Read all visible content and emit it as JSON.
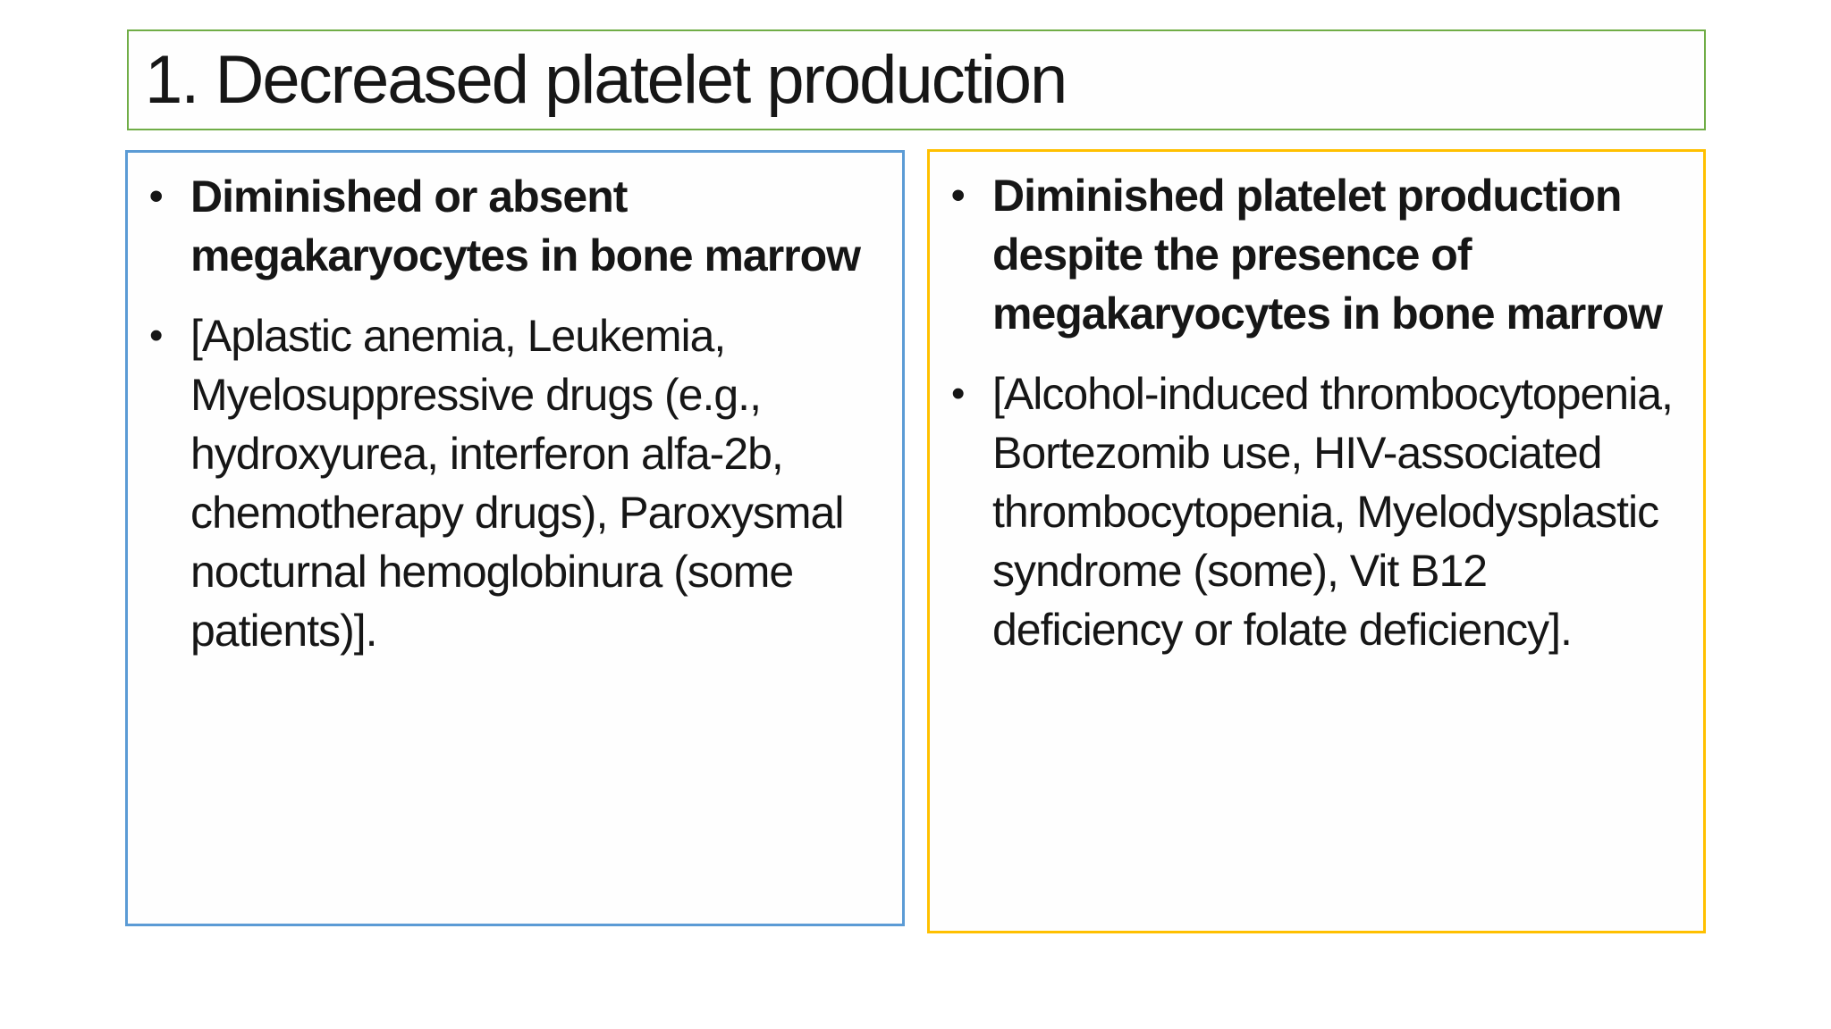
{
  "slide": {
    "title": "1. Decreased platelet production",
    "bullet_glyph": "•",
    "left_box": {
      "bullets": [
        {
          "text": "Diminished or absent megakaryocytes in bone marrow",
          "style": "bold"
        },
        {
          "text": "[Aplastic anemia, Leukemia, Myelosuppressive drugs (e.g., hydroxyurea, interferon alfa-2b, chemotherapy drugs), Paroxysmal nocturnal hemoglobinura (some patients)].",
          "style": "regular"
        }
      ]
    },
    "right_box": {
      "bullets": [
        {
          "text": "Diminished platelet production despite the presence of megakaryocytes in bone marrow",
          "style": "bold"
        },
        {
          "text": "[Alcohol-induced thrombocytopenia, Bortezomib use, HIV-associated thrombocytopenia, Myelodysplastic syndrome (some), Vit B12 deficiency or folate deficiency].",
          "style": "regular"
        }
      ]
    }
  },
  "colors": {
    "title_border": "#70AD47",
    "left_border": "#5B9BD5",
    "right_border": "#FFC000",
    "text": "#161616",
    "background": "#FFFFFF"
  }
}
